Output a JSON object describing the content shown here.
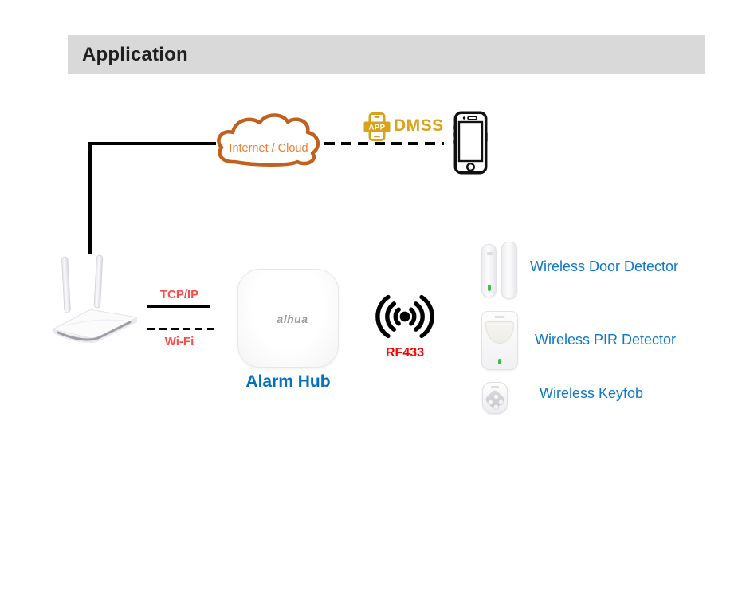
{
  "header": {
    "title": "Application"
  },
  "diagram": {
    "cloud": {
      "label": "Internet / Cloud"
    },
    "app_badge": {
      "text": "APP"
    },
    "dmss": {
      "label": "DMSS"
    },
    "connections": {
      "tcpip_label": "TCP/IP",
      "wifi_label": "Wi-Fi",
      "rf_label": "RF433"
    },
    "hub": {
      "brand": "alhua",
      "label": "Alarm Hub"
    },
    "devices": [
      {
        "name": "wireless-door-detector",
        "label": "Wireless Door Detector"
      },
      {
        "name": "wireless-pir-detector",
        "label": "Wireless PIR Detector"
      },
      {
        "name": "wireless-keyfob",
        "label": "Wireless Keyfob"
      }
    ]
  },
  "colors": {
    "header_bg": "#D9D9D9",
    "title_text": "#1F1F1F",
    "cloud_stroke": "#C2601E",
    "cloud_text": "#ED7D31",
    "dmss_gold": "#D9A21B",
    "tcpip_wifi_red": "#FB4B4B",
    "rf433_red": "#FF0000",
    "hub_label_blue": "#0070C0",
    "device_label_blue": "#0F78C8",
    "line_black": "#000000",
    "led_green": "#3DBE4E"
  }
}
